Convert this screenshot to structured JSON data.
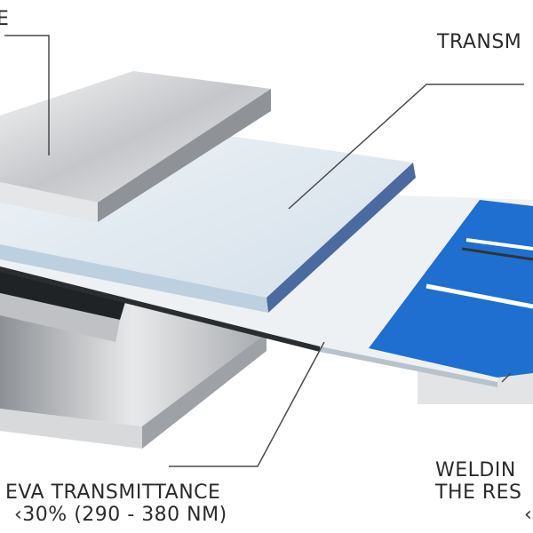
{
  "labels": {
    "top_left": "E",
    "top_right": "TRANSM",
    "eva_line1": "EVA TRANSMITTANCE",
    "eva_line2": "‹30% (290 - 380 NM)",
    "weld_line1": "WELDIN",
    "weld_line2": "THE RES",
    "weld_line3": "‹"
  },
  "colors": {
    "cell_blue": "#1f6fd0",
    "glass": "#dfe8ef",
    "metal": "#c9cbce",
    "leader": "#4a4a4a"
  }
}
